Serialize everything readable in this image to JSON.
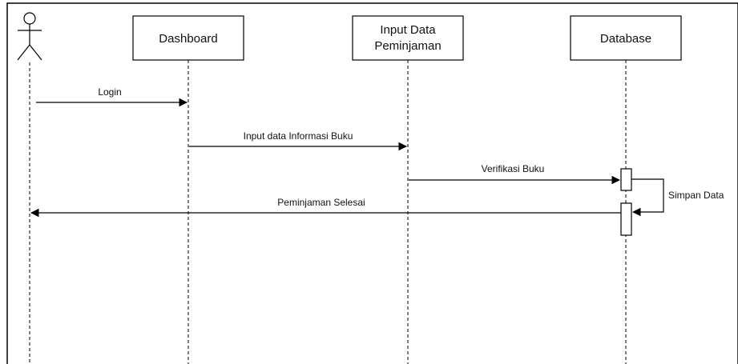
{
  "diagram": {
    "type": "sequence",
    "participants": [
      {
        "id": "actor",
        "kind": "actor",
        "label": ""
      },
      {
        "id": "dashboard",
        "kind": "box",
        "label": "Dashboard"
      },
      {
        "id": "input",
        "kind": "box",
        "label_lines": [
          "Input Data",
          "Peminjaman"
        ]
      },
      {
        "id": "database",
        "kind": "box",
        "label": "Database"
      }
    ],
    "messages": [
      {
        "from": "actor",
        "to": "dashboard",
        "label": "Login"
      },
      {
        "from": "dashboard",
        "to": "input",
        "label": "Input data Informasi Buku"
      },
      {
        "from": "input",
        "to": "database",
        "label": "Verifikasi Buku"
      },
      {
        "from": "database",
        "to": "database",
        "label": "Simpan Data"
      },
      {
        "from": "database",
        "to": "actor",
        "label": "Peminjaman Selesai"
      }
    ]
  }
}
